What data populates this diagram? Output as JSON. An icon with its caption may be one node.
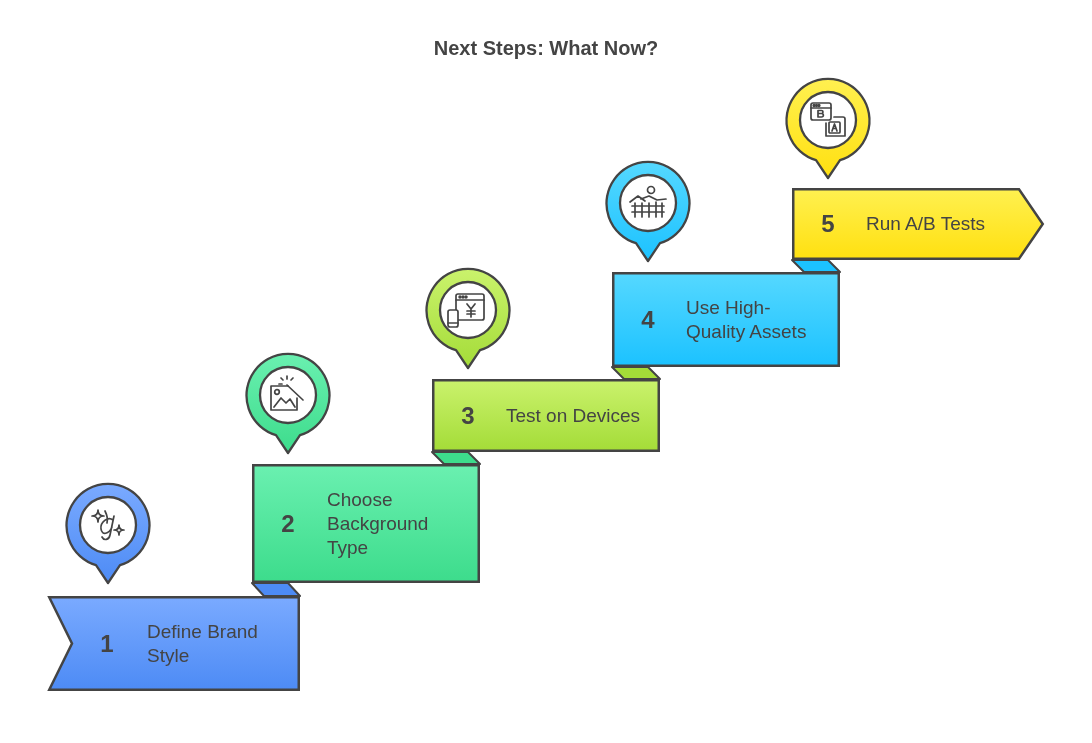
{
  "diagram": {
    "title": "Next Steps: What Now?",
    "nodes": [
      {
        "text": [
          "1",
          "Define Brand Style"
        ]
      },
      {
        "text": [
          "2",
          "Choose Background Type"
        ]
      },
      {
        "text": [
          "3",
          "Test on Devices"
        ]
      },
      {
        "text": [
          "4",
          "Use High-Quality Assets"
        ]
      },
      {
        "text": [
          "5",
          "Run A/B Tests"
        ]
      }
    ]
  }
}
